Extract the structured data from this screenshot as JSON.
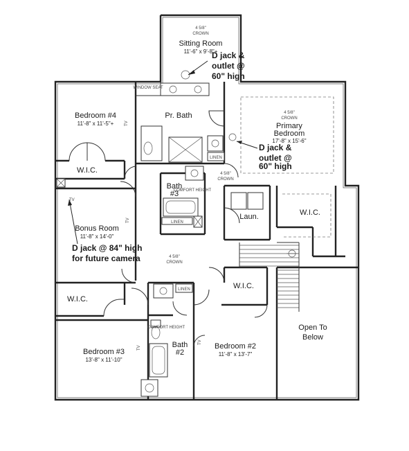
{
  "rooms": {
    "sitting": {
      "crown": "4 5/8\"",
      "crown_label": "CROWN",
      "name": "Sitting Room",
      "dim": "11'-6\" x 9'-8\"+"
    },
    "primary": {
      "crown": "4 5/8\"",
      "crown_label": "CROWN",
      "name_line1": "Primary",
      "name_line2": "Bedroom",
      "dim": "17'-8\" x 15'-6\""
    },
    "pr_bath": {
      "name": "Pr. Bath",
      "window_seat": "WINDOW SEAT",
      "linen": "LINEN"
    },
    "bedroom4": {
      "name": "Bedroom #4",
      "dim": "11'-8\" x 11'-5\"+",
      "wic": "W.I.C."
    },
    "bath3": {
      "name": "Bath",
      "num": "#3",
      "comfort": "COMFORT HEIGHT",
      "linen": "LINEN"
    },
    "hall_crown_top": {
      "value": "4 5/8\"",
      "label": "CROWN"
    },
    "laundry": {
      "name": "Laun."
    },
    "primary_wic": {
      "name": "W.I.C."
    },
    "bonus": {
      "name": "Bonus Room",
      "dim": "11'-8\" x 14'-0\""
    },
    "hall_crown": {
      "value": "4 5/8\"",
      "label": "CROWN"
    },
    "wic_left": {
      "name": "W.I.C."
    },
    "wic_mid": {
      "name": "W.I.C."
    },
    "bath2": {
      "name": "Bath",
      "num": "#2",
      "comfort": "COMFORT HEIGHT",
      "linen": "LINEN"
    },
    "bedroom3": {
      "name": "Bedroom #3",
      "dim": "13'-8\" x 11'-10\""
    },
    "bedroom2": {
      "name": "Bedroom #2",
      "dim": "11'-8\" x 13'-7\""
    },
    "open": {
      "line1": "Open To",
      "line2": "Below"
    }
  },
  "notes": {
    "sitting": [
      "D jack &",
      "outlet @",
      "60\" high"
    ],
    "primary": [
      "D jack &",
      "outlet @",
      "60\" high"
    ],
    "bonus": [
      "D jack @ 84\" high",
      "for future camera"
    ]
  },
  "symbols": {
    "tv": "TV"
  }
}
